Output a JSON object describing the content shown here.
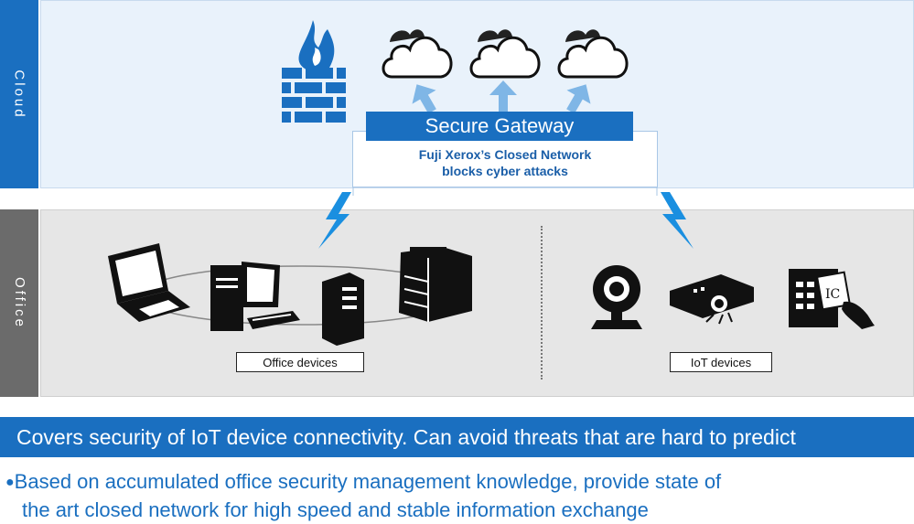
{
  "cloud": {
    "label": "Cloud"
  },
  "office": {
    "label": "Office"
  },
  "gateway": {
    "title": "Secure Gateway",
    "line1": "Fuji Xerox’s Closed Network",
    "line2": "blocks cyber attacks"
  },
  "office_devices": {
    "label": "Office devices"
  },
  "iot_devices": {
    "label": "IoT devices"
  },
  "banner": {
    "text": "Covers security of IoT device connectivity. Can avoid threats that are hard to predict"
  },
  "bullet": {
    "marker": "●",
    "line1": "Based on accumulated office security management knowledge, provide state of",
    "line2": "the art closed network for high speed and stable information exchange"
  },
  "colors": {
    "brand_blue": "#1a6fc0",
    "light_blue": "#e9f2fb",
    "office_gray": "#6b6b6b",
    "arrow_blue": "#7fb6e6"
  },
  "icons": [
    "firewall-icon",
    "cloud-icon",
    "laptop-icon",
    "desktop-icon",
    "server-icon",
    "printer-icon",
    "webcam-icon",
    "projector-icon",
    "ic-card-reader-icon",
    "lightning-icon"
  ]
}
